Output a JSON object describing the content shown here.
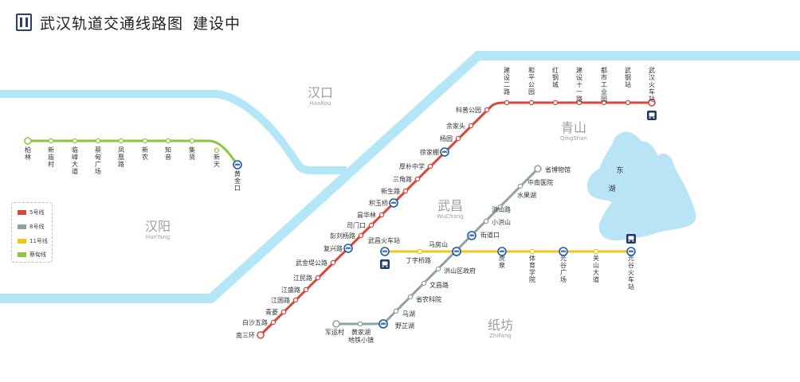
{
  "header": {
    "title": "武汉轨道交通线路图",
    "status": "建设中"
  },
  "colors": {
    "river": "#b3e6f7",
    "lake": "#b8e4f6",
    "line_5": "#d9483b",
    "line_8": "#8fa3a6",
    "line_11": "#f2c516",
    "line_cd": "#8cc63f"
  },
  "legend": [
    {
      "label": "5号线",
      "color": "#d9483b"
    },
    {
      "label": "8号线",
      "color": "#8fa3a6"
    },
    {
      "label": "11号线",
      "color": "#f2c516"
    },
    {
      "label": "蔡甸线",
      "color": "#8cc63f"
    }
  ],
  "districts": [
    {
      "cn": "汉口",
      "en": "HanKou"
    },
    {
      "cn": "汉阳",
      "en": "HanYang"
    },
    {
      "cn": "武昌",
      "en": "WuChang"
    },
    {
      "cn": "青山",
      "en": "QingShan"
    },
    {
      "cn": "纸坊",
      "en": "ZhiFang"
    }
  ],
  "lake_label": [
    "东",
    "湖"
  ],
  "lines": {
    "line_5": [
      "南三环",
      "白沙五路",
      "青菱",
      "江国路",
      "江盛路",
      "江民路",
      "武金堤公路",
      "复兴路",
      "彭刘杨路",
      "司门口",
      "昙华林",
      "积玉桥",
      "新生路",
      "三角路",
      "厚朴中学",
      "徐家棚",
      "杨园",
      "余家头",
      "科普公园",
      "建设二路",
      "和平公园",
      "红钢城",
      "建设十一路",
      "都市工业园",
      "武钢站",
      "武汉火车站"
    ],
    "line_8": [
      "军运村",
      "黄家湖地铁小镇",
      "野芷湖",
      "马湖",
      "省农科院",
      "文昌路",
      "洪山区政府",
      "马房山",
      "小洪山",
      "洪山路",
      "水果湖",
      "中南医院",
      "省博物馆"
    ],
    "line_11": [
      "武昌火车站",
      "丁字桥路",
      "街道口",
      "虎泉",
      "体育学院",
      "光谷广场",
      "关山大道",
      "光谷火车站"
    ],
    "line_cd": [
      "柏林",
      "新庙村",
      "临嶂大道",
      "蔡甸广场",
      "凤凰路",
      "新农",
      "知音",
      "集贤",
      "新天",
      "黄金口"
    ]
  }
}
